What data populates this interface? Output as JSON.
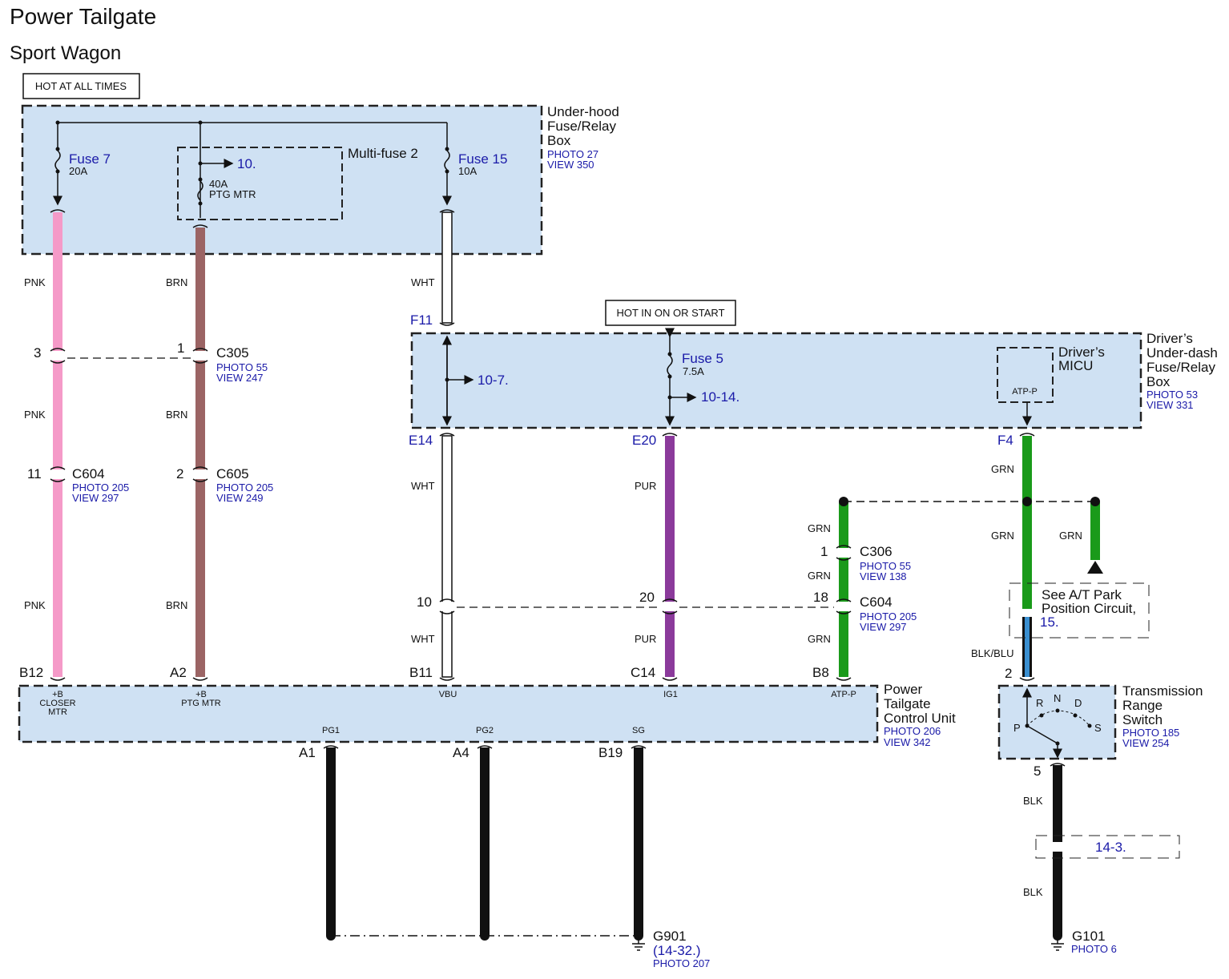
{
  "page": {
    "title": "Power Tailgate",
    "subtitle": "Sport Wagon"
  },
  "labels": {
    "hot_at_all_times": "HOT AT ALL TIMES",
    "hot_in_on_or_start": "HOT IN ON OR START"
  },
  "underhood_box": {
    "name_lines": [
      "Under-hood",
      "Fuse/Relay",
      "Box"
    ],
    "photo": "PHOTO 27",
    "view": "VIEW 350",
    "fuse7": {
      "name": "Fuse 7",
      "rating": "20A"
    },
    "multifuse2": {
      "name": "Multi-fuse 2",
      "rating": "40A",
      "label": "PTG MTR",
      "ref": "10."
    },
    "fuse15": {
      "name": "Fuse 15",
      "rating": "10A"
    }
  },
  "underdash_box": {
    "name_lines": [
      "Driver’s",
      "Under-dash",
      "Fuse/Relay",
      "Box"
    ],
    "photo": "PHOTO 53",
    "view": "VIEW 331",
    "fuse5": {
      "name": "Fuse 5",
      "rating": "7.5A"
    },
    "ref_a": "10-7.",
    "ref_b": "10-14.",
    "micu_lines": [
      "Driver’s",
      "MICU"
    ],
    "micu_pin": "ATP-P",
    "pins": {
      "f11": "F11",
      "e14": "E14",
      "e20": "E20",
      "f4": "F4"
    }
  },
  "wire_colors": {
    "pnk": "PNK",
    "brn": "BRN",
    "wht": "WHT",
    "pur": "PUR",
    "grn": "GRN",
    "blk_blu": "BLK/BLU",
    "blk": "BLK"
  },
  "colors": {
    "box_fill": "#cfe1f3",
    "pnk": "#f59ac8",
    "brn": "#9b6464",
    "pur": "#8b3a9b",
    "grn": "#1a9a1a",
    "blu": "#3a8fd0",
    "blk": "#111111",
    "link": "#1a1aa8"
  },
  "connectors": {
    "c305": {
      "name": "C305",
      "photo": "PHOTO 55",
      "view": "VIEW 247",
      "pin_left": "3",
      "pin_right": "1"
    },
    "c604a": {
      "name": "C604",
      "photo": "PHOTO 205",
      "view": "VIEW 297",
      "pin": "11"
    },
    "c605": {
      "name": "C605",
      "photo": "PHOTO 205",
      "view": "VIEW 249",
      "pin": "2"
    },
    "c306": {
      "name": "C306",
      "photo": "PHOTO 55",
      "view": "VIEW 138",
      "pin": "1"
    },
    "c604b": {
      "name": "C604",
      "photo": "PHOTO 205",
      "view": "VIEW 297",
      "pin_a": "10",
      "pin_b": "20",
      "pin_c": "18"
    }
  },
  "ptcu": {
    "name_lines": [
      "Power",
      "Tailgate",
      "Control Unit"
    ],
    "photo": "PHOTO 206",
    "view": "VIEW 342",
    "pins_top": {
      "b12": "B12",
      "a2": "A2",
      "b11": "B11",
      "c14": "C14",
      "b8": "B8"
    },
    "terminals": {
      "closer_lines": [
        "+B",
        "CLOSER",
        "MTR"
      ],
      "ptg_lines": [
        "+B",
        "PTG MTR"
      ],
      "vbu": "VBU",
      "ig1": "IG1",
      "atpp": "ATP-P",
      "pg1": "PG1",
      "pg2": "PG2",
      "sg": "SG"
    },
    "pins_bottom": {
      "a1": "A1",
      "a4": "A4",
      "b19": "B19"
    }
  },
  "see_circuit": {
    "lines": [
      "See A/T Park",
      "Position Circuit,"
    ],
    "ref": "15."
  },
  "trs": {
    "name_lines": [
      "Transmission",
      "Range",
      "Switch"
    ],
    "photo": "PHOTO 185",
    "view": "VIEW 254",
    "pin_top": "2",
    "pin_bottom": "5",
    "positions": [
      "P",
      "R",
      "N",
      "D",
      "S"
    ]
  },
  "ref_14_3": "14-3.",
  "g901": {
    "name": "G901",
    "ref": "(14-32.)",
    "photo": "PHOTO 207"
  },
  "g101": {
    "name": "G101",
    "photo": "PHOTO 6"
  }
}
